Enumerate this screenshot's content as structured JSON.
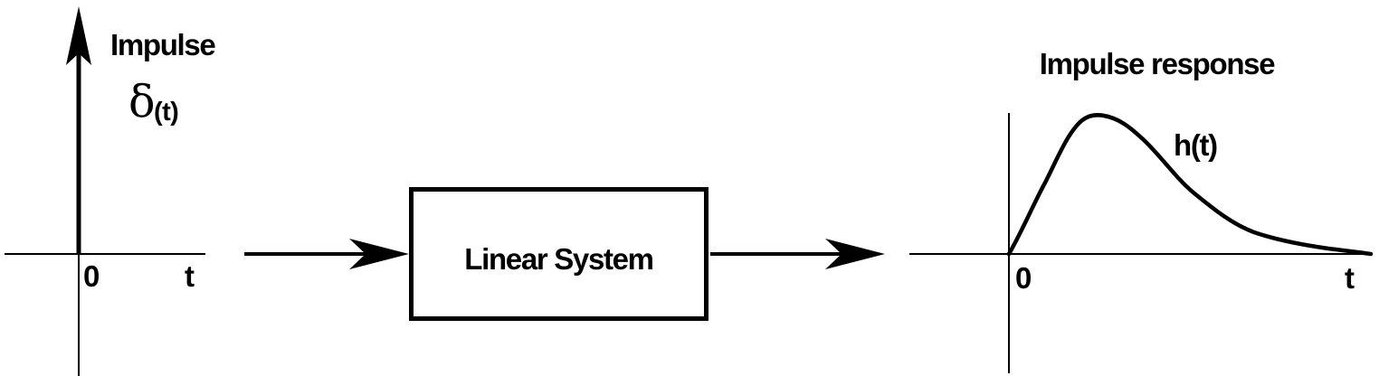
{
  "colors": {
    "ink": "#000000",
    "background": "#ffffff"
  },
  "input_plot": {
    "title": "Impulse",
    "signal_symbol": "δ",
    "signal_args": "(t)",
    "origin_label": "0",
    "time_label": "t"
  },
  "system_block": {
    "label": "Linear System"
  },
  "output_plot": {
    "title": "Impulse response",
    "curve_label": "h(t)",
    "origin_label": "0",
    "time_label": "t"
  }
}
